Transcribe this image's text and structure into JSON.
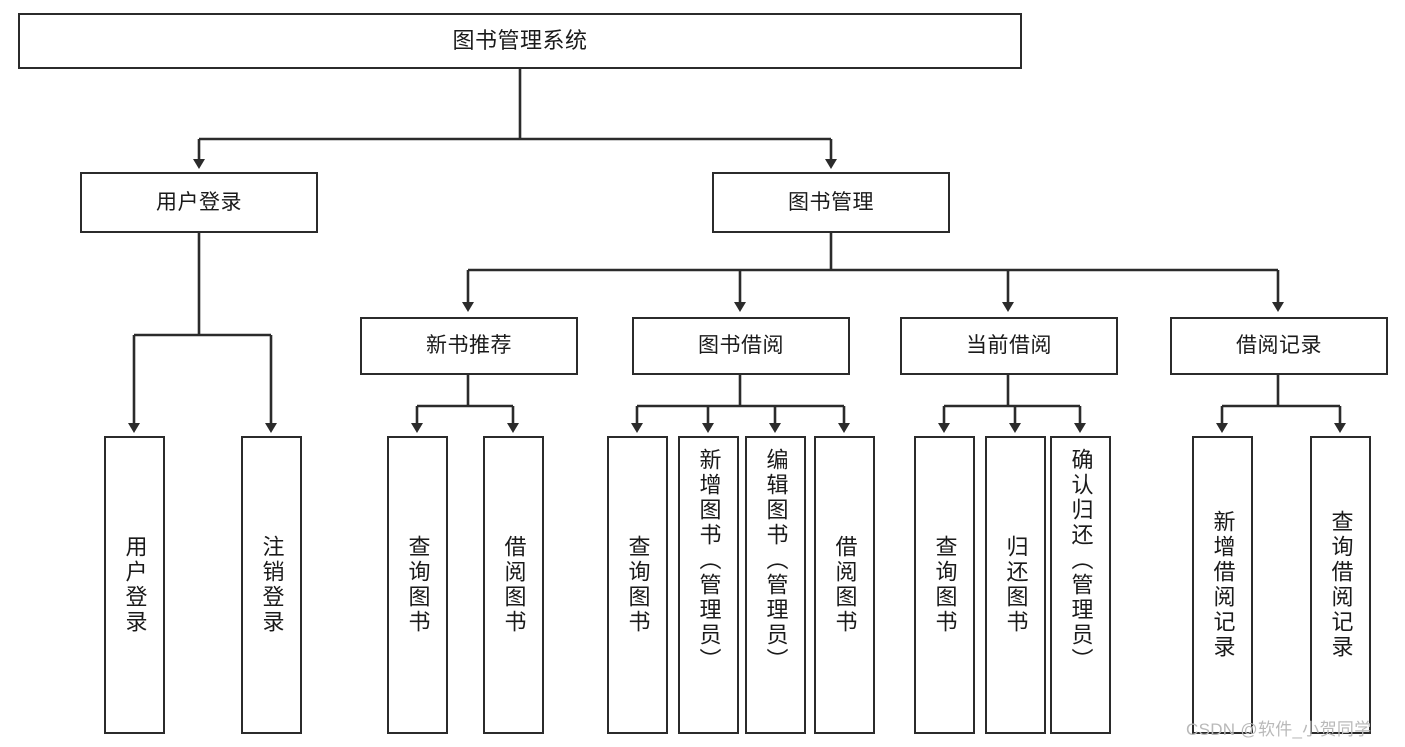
{
  "diagram": {
    "title": "图书管理系统",
    "type": "tree",
    "watermark": "CSDN @软件_小贺同学",
    "colors": {
      "box_border": "#2b2b2b",
      "box_fill": "#ffffff",
      "edge": "#2b2b2b",
      "text": "#1a1a1a",
      "watermark": "#b9b9b9"
    },
    "nodes": {
      "root": {
        "label": "图书管理系统"
      },
      "level2": [
        {
          "id": "user-login",
          "label": "用户登录"
        },
        {
          "id": "book-manage",
          "label": "图书管理"
        }
      ],
      "level3": [
        {
          "id": "new-book-recommend",
          "label": "新书推荐"
        },
        {
          "id": "book-borrow",
          "label": "图书借阅"
        },
        {
          "id": "current-borrow",
          "label": "当前借阅"
        },
        {
          "id": "borrow-record",
          "label": "借阅记录"
        }
      ],
      "leaves": [
        {
          "id": "leaf-user-login",
          "label": "用户登录",
          "parent": "user-login"
        },
        {
          "id": "leaf-logout-login",
          "label": "注销登录",
          "parent": "user-login"
        },
        {
          "id": "leaf-query-book-1",
          "label": "查询图书",
          "parent": "new-book-recommend"
        },
        {
          "id": "leaf-borrow-book-1",
          "label": "借阅图书",
          "parent": "new-book-recommend"
        },
        {
          "id": "leaf-query-book-2",
          "label": "查询图书",
          "parent": "book-borrow"
        },
        {
          "id": "leaf-add-book",
          "label": "新增图书（管理员）",
          "parent": "book-borrow"
        },
        {
          "id": "leaf-edit-book",
          "label": "编辑图书（管理员）",
          "parent": "book-borrow"
        },
        {
          "id": "leaf-borrow-book-2",
          "label": "借阅图书",
          "parent": "book-borrow"
        },
        {
          "id": "leaf-query-book-3",
          "label": "查询图书",
          "parent": "current-borrow"
        },
        {
          "id": "leaf-return-book",
          "label": "归还图书",
          "parent": "current-borrow"
        },
        {
          "id": "leaf-confirm-return",
          "label": "确认归还（管理员）",
          "parent": "current-borrow"
        },
        {
          "id": "leaf-add-record",
          "label": "新增借阅记录",
          "parent": "borrow-record"
        },
        {
          "id": "leaf-query-record",
          "label": "查询借阅记录",
          "parent": "borrow-record"
        }
      ]
    }
  }
}
